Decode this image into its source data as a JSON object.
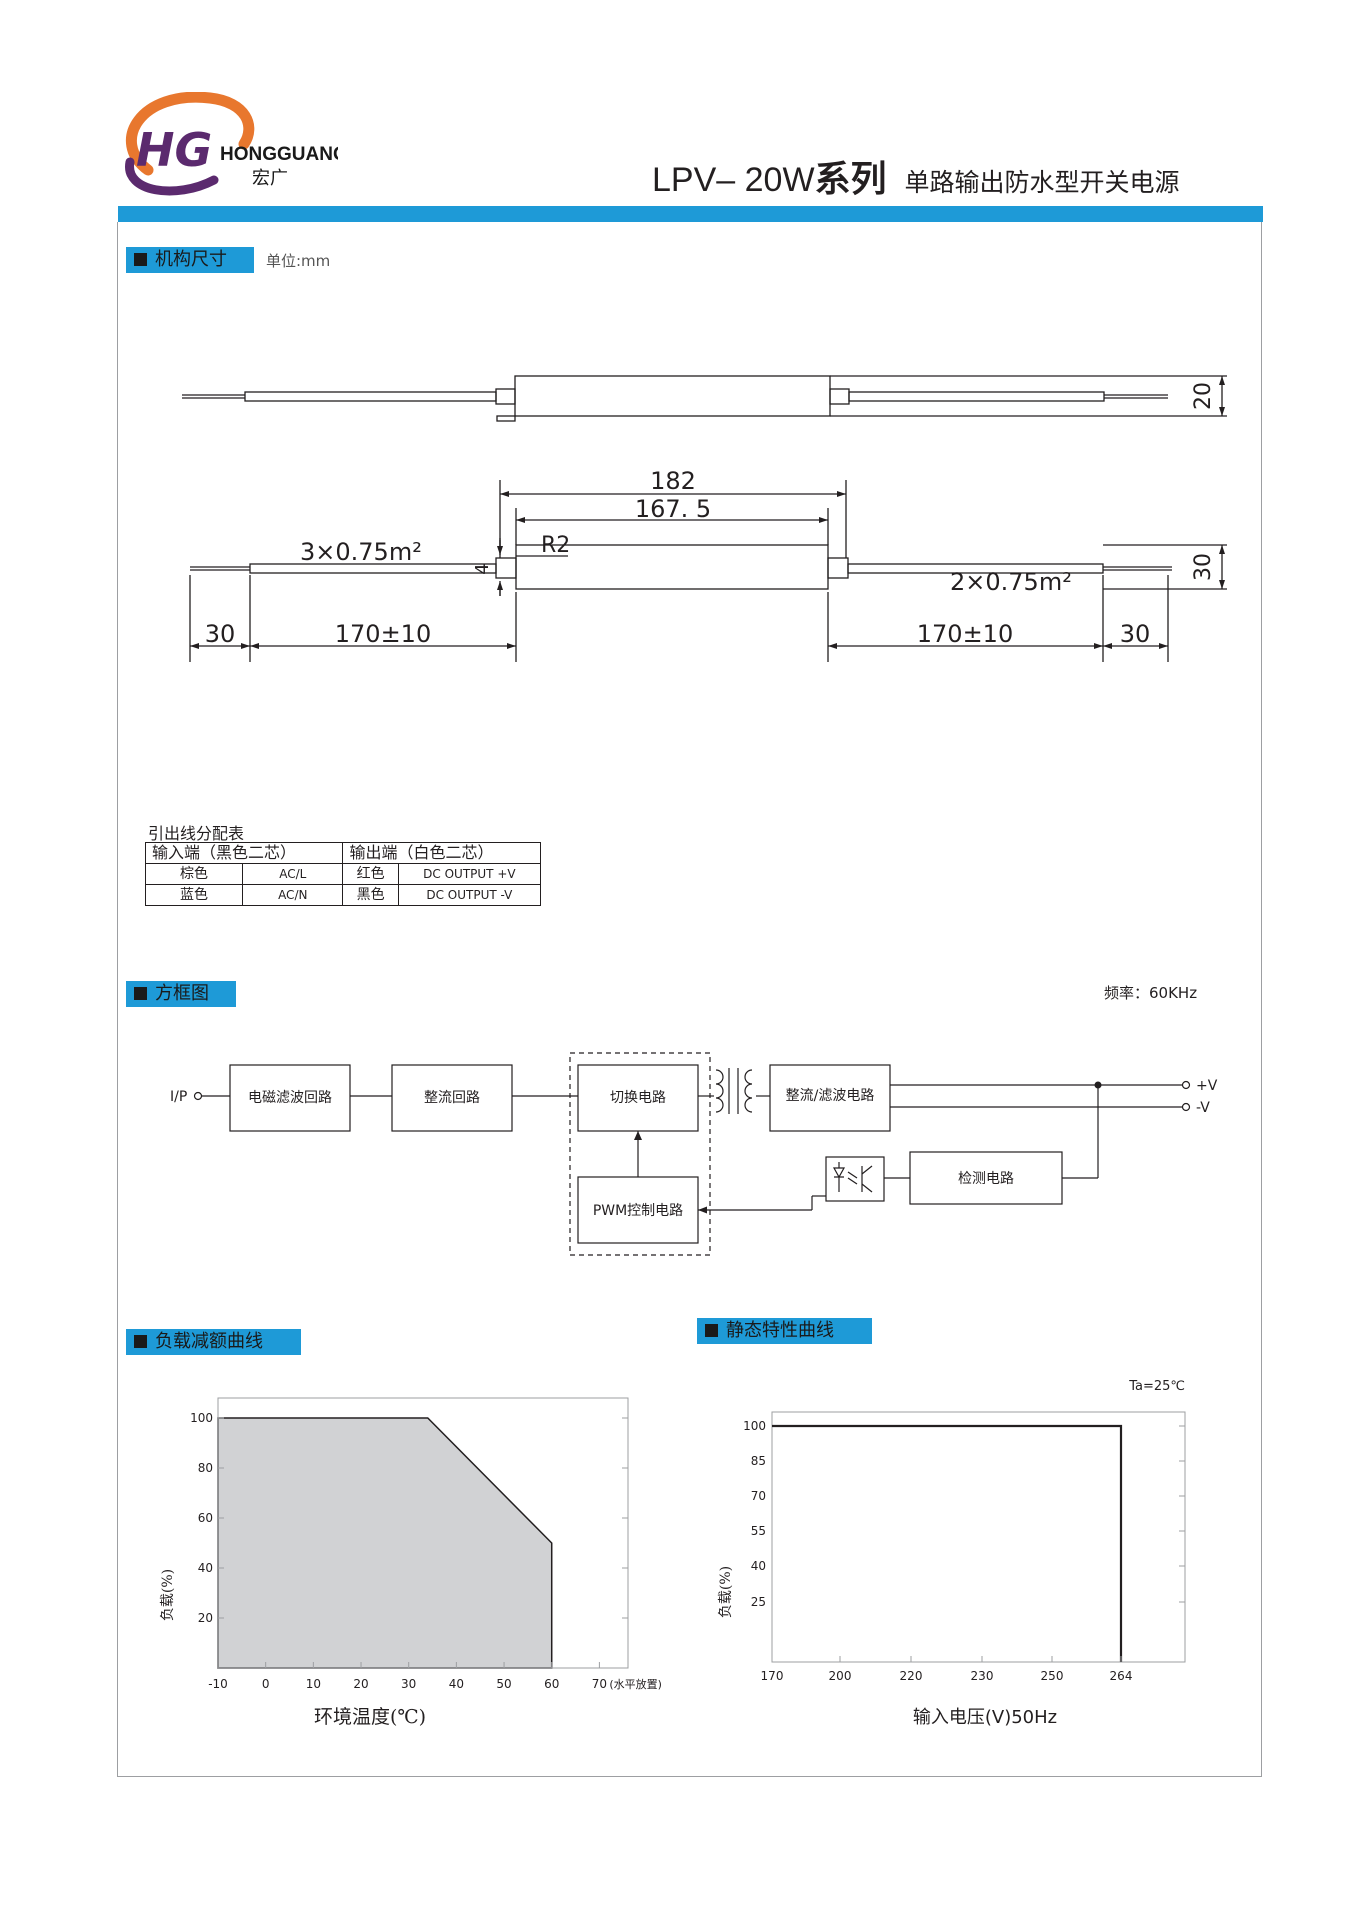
{
  "header": {
    "brand_mark": "HG",
    "brand_name": "HONGGUANG",
    "brand_cn": "宏广",
    "model_prefix": "LPV– 20W",
    "model_series": "系列",
    "product_desc": "单路输出防水型开关电源",
    "colors": {
      "accent_bar": "#1e9ad7",
      "logo_orange": "#e8772e",
      "logo_purple": "#5b2a6e"
    }
  },
  "mechanical": {
    "section_title": "机构尺寸",
    "unit_label": "单位:mm",
    "dims": {
      "height_top": "20",
      "length_total": "182",
      "length_body": "167. 5",
      "radius": "R2",
      "input_wire": "3×0.75m²",
      "tab": "4",
      "output_wire": "2×0.75m²",
      "width": "30",
      "strip_left": "30",
      "lead_left": "170±10",
      "lead_right": "170±10",
      "strip_right": "30"
    }
  },
  "wire_table": {
    "title": "引出线分配表",
    "input_header": "输入端（黑色二芯）",
    "output_header": "输出端（白色二芯）",
    "rows": [
      {
        "in_color": "棕色",
        "in_fn": "AC/L",
        "out_color": "红色",
        "out_fn": "DC OUTPUT +V"
      },
      {
        "in_color": "蓝色",
        "in_fn": "AC/N",
        "out_color": "黑色",
        "out_fn": "DC OUTPUT -V"
      }
    ]
  },
  "block_diagram": {
    "section_title": "方框图",
    "frequency": "频率：60KHz",
    "ip_label": "I/P",
    "emi": "电磁滤波回路",
    "rect": "整流回路",
    "switch": "切换电路",
    "out_rect": "整流/滤波电路",
    "pwm": "PWM控制电路",
    "detect": "检测电路",
    "plus_v": "+V",
    "minus_v": "-V"
  },
  "derating": {
    "section_title": "负载减额曲线",
    "chart_data": {
      "type": "area",
      "x": [
        -10,
        34,
        60,
        60
      ],
      "values": [
        100,
        100,
        50,
        0
      ],
      "xticks": [
        "-10",
        "0",
        "10",
        "20",
        "30",
        "40",
        "50",
        "60",
        "70"
      ],
      "yticks": [
        "20",
        "40",
        "60",
        "80",
        "100"
      ],
      "x_suffix": "(水平放置)",
      "xlabel": "环境温度(℃)",
      "ylabel": "负载(%)",
      "xlim": [
        -10,
        76
      ],
      "ylim": [
        0,
        108
      ],
      "fill_color": "#d1d2d4",
      "grid": false
    }
  },
  "static": {
    "section_title": "静态特性曲线",
    "chart_data": {
      "type": "line",
      "x_positions": [
        170,
        200,
        220,
        230,
        250,
        264
      ],
      "xticks": [
        "170",
        "200",
        "220",
        "230",
        "250",
        "264"
      ],
      "yticks": [
        "25",
        "40",
        "55",
        "70",
        "85",
        "100"
      ],
      "x": [
        170,
        264,
        264
      ],
      "values": [
        100,
        100,
        0
      ],
      "annotation": "Ta=25℃",
      "xlabel": "输入电压(V)50Hz",
      "ylabel": "负载(%)",
      "grid": false
    }
  }
}
